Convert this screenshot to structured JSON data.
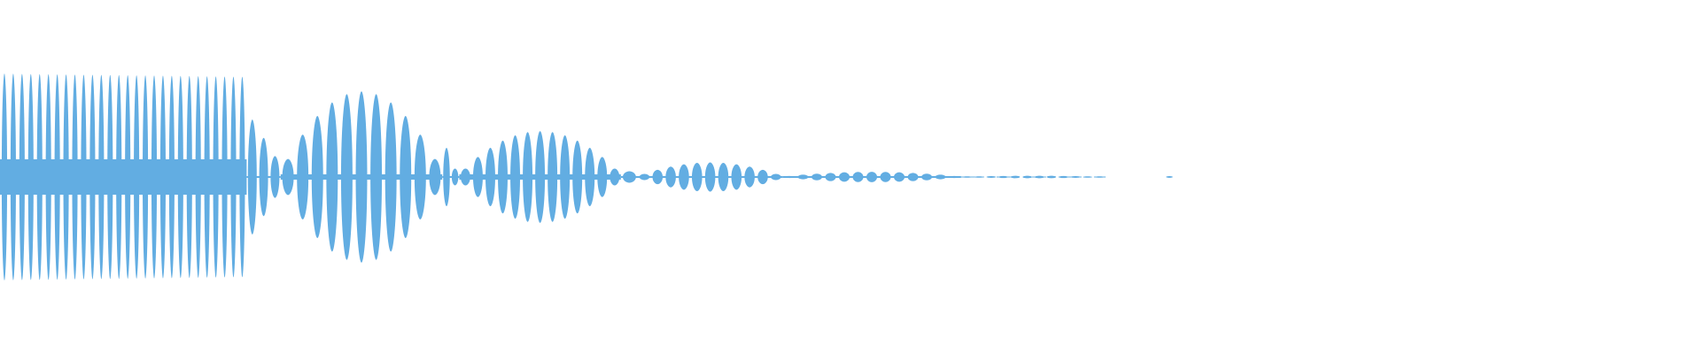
{
  "waveform": {
    "color": "#62ade2",
    "background": "#ffffff",
    "max_amplitude": 1.0,
    "segments": [
      {
        "start": 0.0,
        "end": 0.145,
        "kind": "dense",
        "cycles": 28,
        "amp_start": 0.99,
        "amp_end": 0.96
      },
      {
        "start": 0.145,
        "end": 0.165,
        "kind": "decay",
        "cycles": 3,
        "amp_start": 0.55,
        "amp_end": 0.2
      },
      {
        "start": 0.165,
        "end": 0.26,
        "kind": "burst",
        "cycles": 11,
        "amp_peak": 0.82
      },
      {
        "start": 0.26,
        "end": 0.27,
        "kind": "decay",
        "cycles": 2,
        "amp_start": 0.28,
        "amp_end": 0.08
      },
      {
        "start": 0.27,
        "end": 0.365,
        "kind": "burst",
        "cycles": 13,
        "amp_peak": 0.44
      },
      {
        "start": 0.365,
        "end": 0.375,
        "kind": "decay",
        "cycles": 1,
        "amp_start": 0.08,
        "amp_end": 0.03
      },
      {
        "start": 0.375,
        "end": 0.46,
        "kind": "burst",
        "cycles": 11,
        "amp_peak": 0.14
      },
      {
        "start": 0.46,
        "end": 0.565,
        "kind": "burst",
        "cycles": 13,
        "amp_peak": 0.05
      },
      {
        "start": 0.565,
        "end": 0.65,
        "kind": "sparse",
        "cycles": 12,
        "amp_peak": 0.012
      },
      {
        "start": 0.685,
        "end": 0.69,
        "kind": "sparse",
        "cycles": 1,
        "amp_peak": 0.008
      }
    ]
  }
}
